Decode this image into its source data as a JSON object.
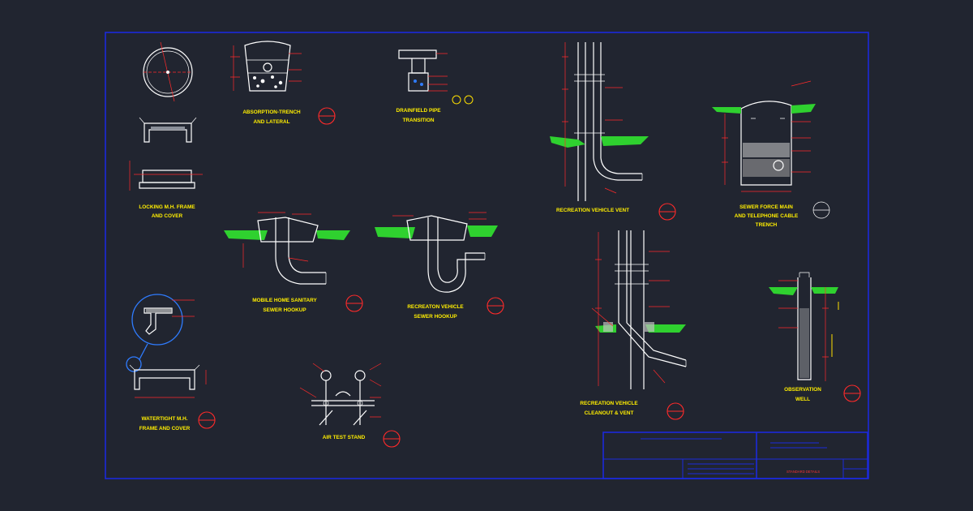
{
  "details": {
    "absorption_trench": {
      "title1": "ABSORPTION-TRENCH",
      "title2": "AND LATERAL"
    },
    "drainfield_pipe": {
      "title1": "DRAINFIELD PIPE",
      "title2": "TRANSITION"
    },
    "rv_vent": {
      "title1": "RECREATION VEHICLE VENT"
    },
    "sewer_force_main": {
      "title1": "SEWER FORCE MAIN",
      "title2": "AND TELEPHONE CABLE",
      "title3": "TRENCH"
    },
    "locking_mh": {
      "title1": "LOCKING M.H. FRAME",
      "title2": "AND COVER"
    },
    "mobile_home": {
      "title1": "MOBILE HOME SANITARY",
      "title2": "SEWER HOOKUP"
    },
    "rv_sewer": {
      "title1": "RECREATON VEHICLE",
      "title2": "SEWER HOOKUP"
    },
    "rv_cleanout": {
      "title1": "RECREATION VEHICLE",
      "title2": "CLEANOUT & VENT"
    },
    "observation_well": {
      "title1": "OBSERVATION",
      "title2": "WELL"
    },
    "watertight_mh": {
      "title1": "WATERTIGHT M.H.",
      "title2": "FRAME AND COVER"
    },
    "air_test": {
      "title1": "AIR TEST STAND"
    }
  },
  "title_block": {
    "label": "STANDARD DETAILS"
  },
  "colors": {
    "background": "#212530",
    "border": "#1b2adb",
    "linework": "#ffffff",
    "dimension": "#ff2a2a",
    "text": "#ffee00",
    "grass": "#2fd12f"
  }
}
